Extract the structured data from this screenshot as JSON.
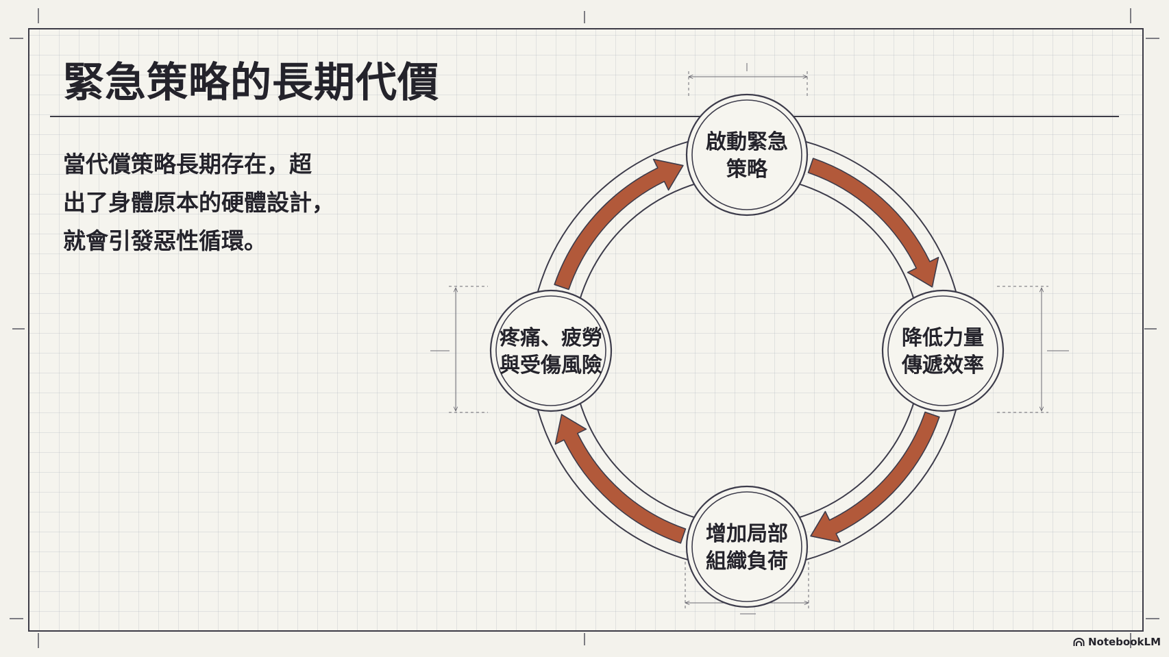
{
  "title": "緊急策略的長期代價",
  "body_lines": [
    "當代償策略長期存在，超",
    "出了身體原本的硬體設計，",
    "就會引發惡性循環。"
  ],
  "cycle": {
    "nodes": [
      {
        "id": "top",
        "lines": [
          "啟動緊急",
          "策略"
        ]
      },
      {
        "id": "right",
        "lines": [
          "降低力量",
          "傳遞效率"
        ]
      },
      {
        "id": "bottom",
        "lines": [
          "增加局部",
          "組織負荷"
        ]
      },
      {
        "id": "left",
        "lines": [
          "疼痛、疲勞",
          "與受傷風險"
        ]
      }
    ],
    "arrow_direction": "clockwise",
    "arrow_color": "#b2593a"
  },
  "brand": {
    "name": "NotebookLM",
    "icon": "notebooklm-logo-icon"
  },
  "colors": {
    "ink": "#24232b",
    "background": "#f3f2ec",
    "grid": "#c5cad0",
    "arrow_fill": "#b2593a"
  }
}
